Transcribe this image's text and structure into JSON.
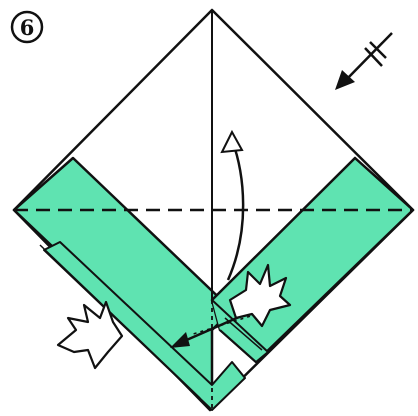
{
  "step": {
    "number": "6"
  },
  "colors": {
    "paper_white": "#ffffff",
    "paper_colored": "#5fe3b1",
    "line": "#111111"
  },
  "symbols": {
    "fold_line": "dashed-valley-fold-line",
    "crease": "center-crease-line",
    "arrows": [
      "fold-over-arrow",
      "view-direction-arrow",
      "diagonal-fold-arrow"
    ],
    "hands": [
      "open-hand-left",
      "open-hand-right"
    ]
  }
}
